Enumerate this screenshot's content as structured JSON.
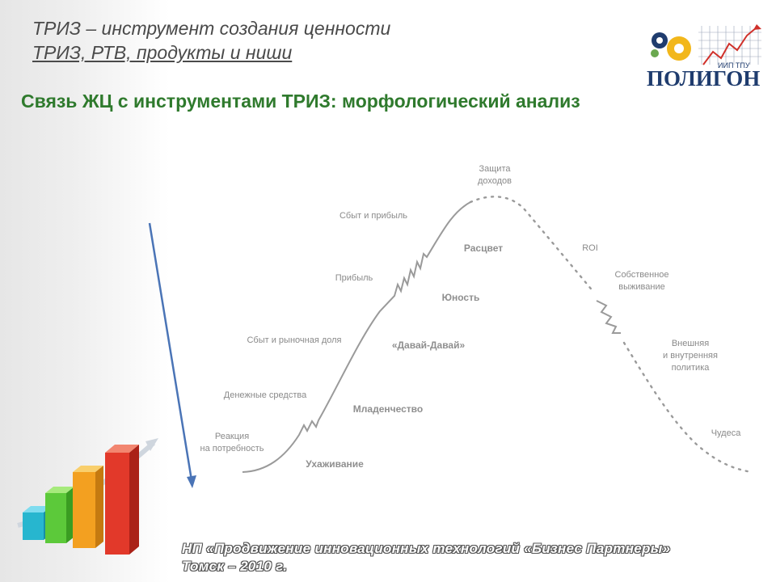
{
  "header": {
    "line1": "ТРИЗ – инструмент создания ценности",
    "line2": "ТРИЗ, РТВ, продукты и ниши"
  },
  "slide_title": "Связь ЖЦ с инструментами ТРИЗ: морфологический анализ",
  "logo": {
    "name": "ПОЛИГОН",
    "sub": "ИИП ТПУ"
  },
  "diagram": {
    "left_labels": [
      "Защита",
      "доходов",
      "Сбыт и прибыль",
      "Прибыль",
      "Сбыт и рыночная доля",
      "Денежные средства",
      "Реакция",
      "на потребность"
    ],
    "stages": [
      "Расцвет",
      "Юность",
      "«Давай-Давай»",
      "Младенчество",
      "Ухаживание"
    ],
    "right_labels": [
      "ROI",
      "Собственное",
      "выживание",
      "Внешняя",
      "и внутренняя",
      "политика",
      "Чудеса"
    ]
  },
  "footer": {
    "line1": "НП «Продвижение инновационных технологий «Бизнес Партнеры»",
    "line2": "Томск – 2010 г."
  },
  "colors": {
    "title_green": "#2f7a2d",
    "arrow_blue": "#4a74b6",
    "logo_blue": "#1f3c6e"
  }
}
